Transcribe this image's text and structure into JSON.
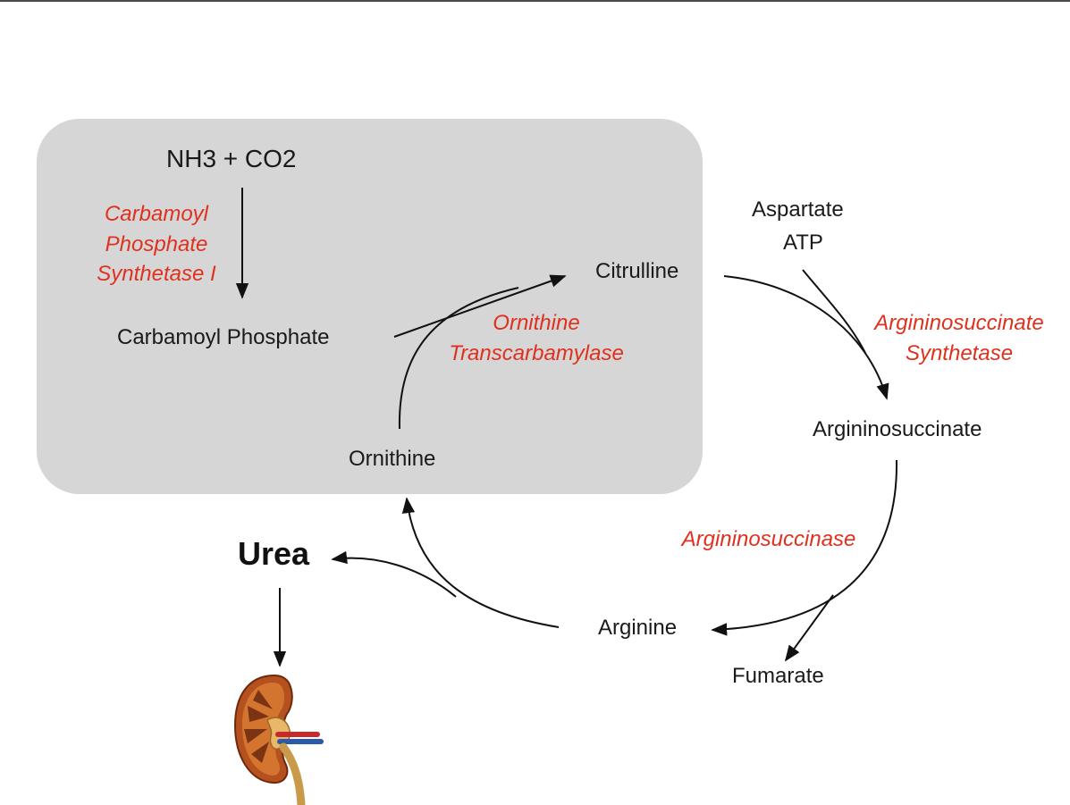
{
  "colors": {
    "enzyme": "#e0301e",
    "compartment": "#d6d6d6",
    "text": "#1a1a1a"
  },
  "compounds": {
    "nh3_co2": "NH3 + CO2",
    "carbamoyl_phosphate": "Carbamoyl Phosphate",
    "citrulline": "Citrulline",
    "ornithine": "Ornithine",
    "aspartate": "Aspartate",
    "atp": "ATP",
    "argininosuccinate": "Argininosuccinate",
    "arginine": "Arginine",
    "fumarate": "Fumarate",
    "urea": "Urea"
  },
  "enzymes": {
    "cps1": "Carbamoyl\nPhosphate\nSynthetase I",
    "otc": "Ornithine\nTranscarbamylase",
    "ass": "Argininosuccinate\nSynthetase",
    "asl": "Argininosuccinase"
  },
  "icons": {
    "kidney": "kidney-icon"
  }
}
